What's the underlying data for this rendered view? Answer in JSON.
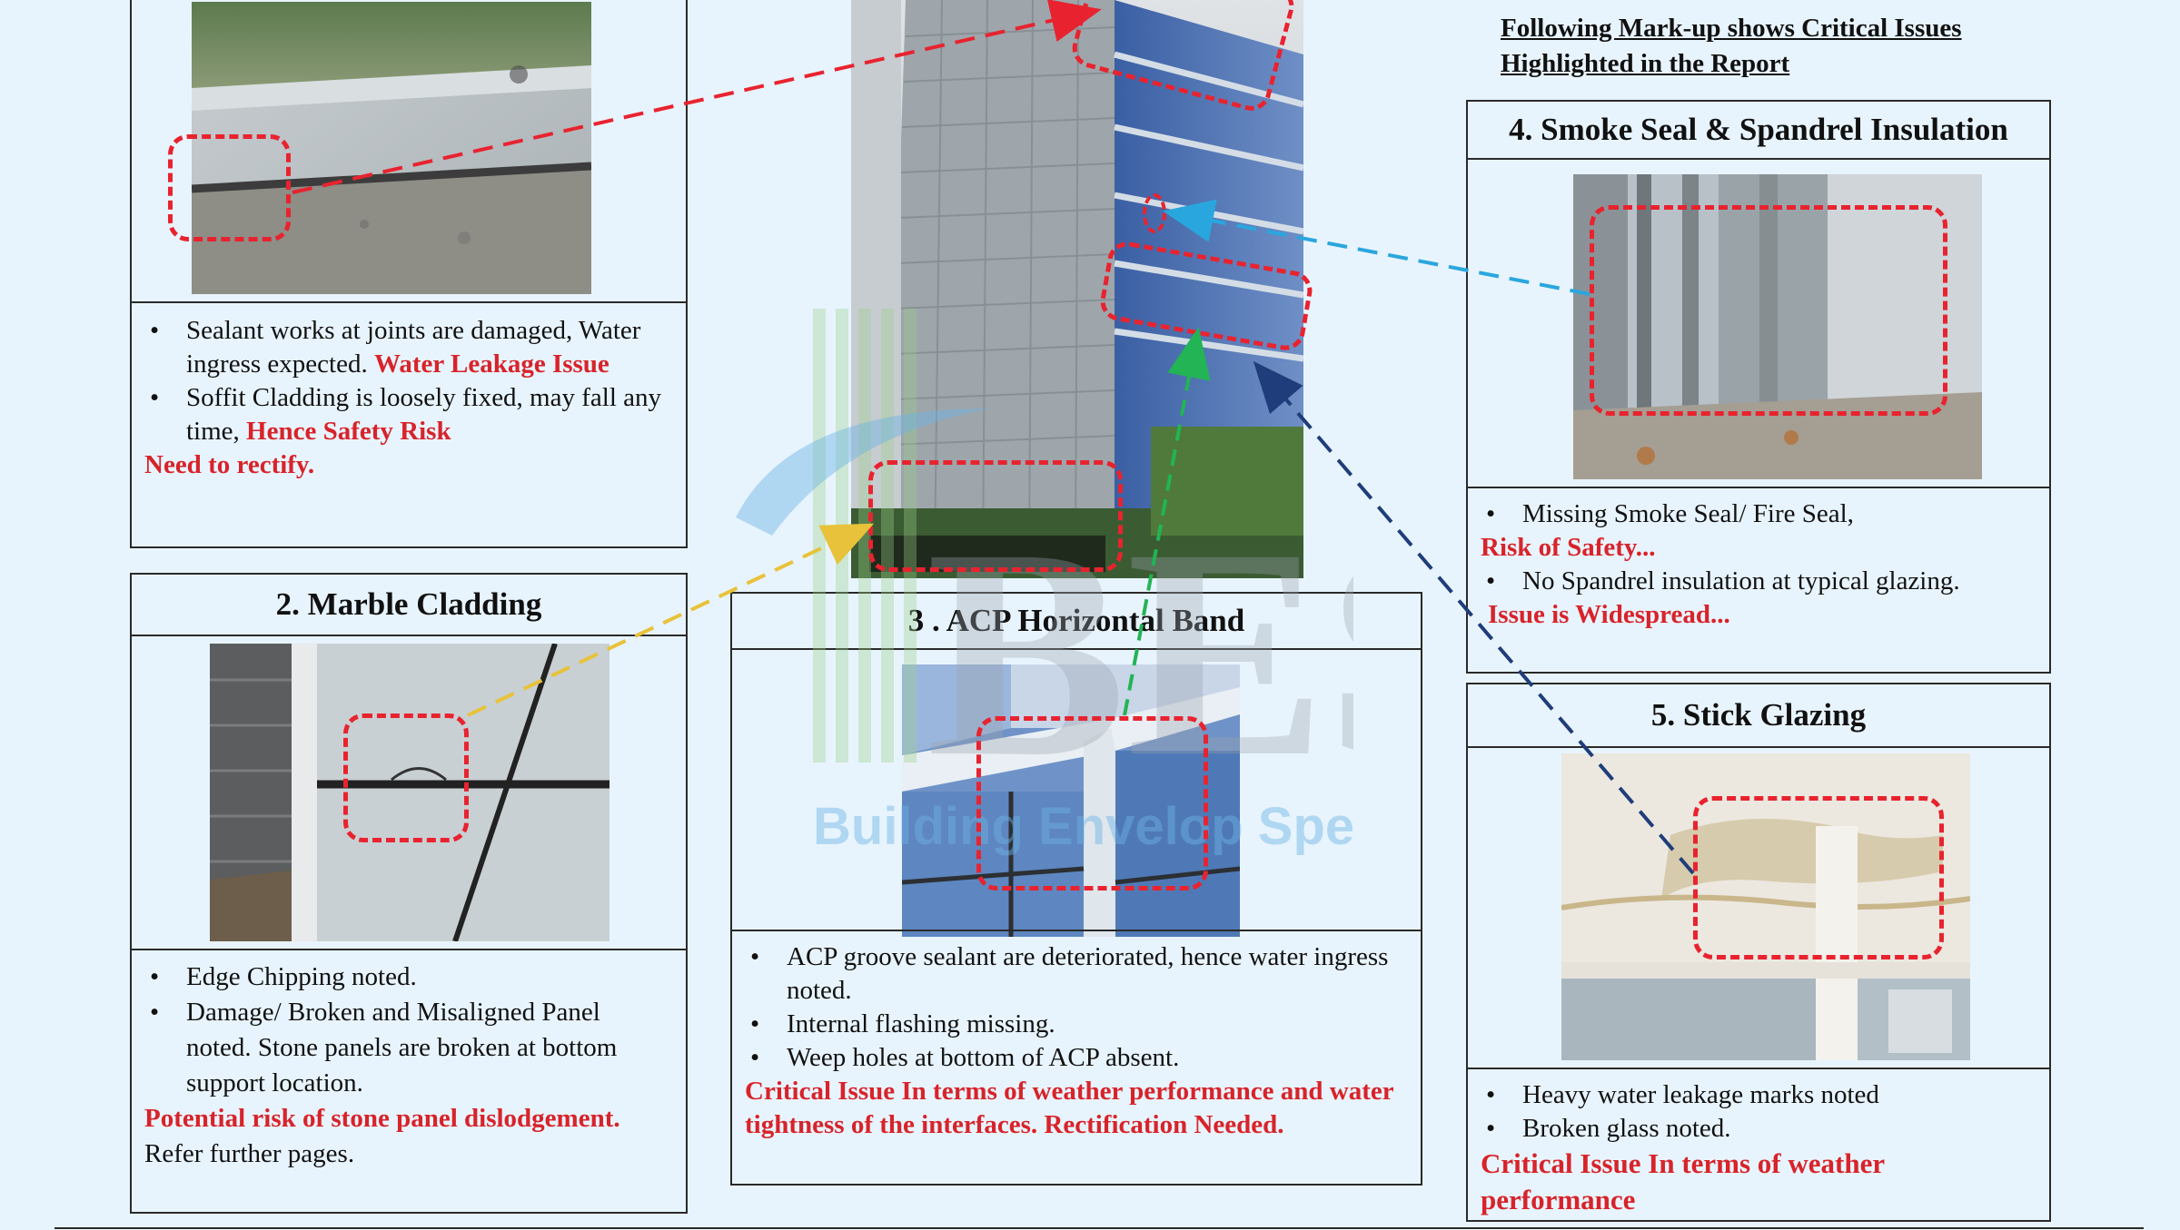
{
  "header": {
    "line1": "Following Mark-up shows Critical Issues",
    "line2": "Highlighted in the Report"
  },
  "watermark": {
    "letters": "BES",
    "tagline": "Building Envelop Specialists"
  },
  "panel1": {
    "bullets": [
      {
        "text": "Sealant works at joints are damaged, Water ingress expected. ",
        "highlight": "Water Leakage Issue"
      },
      {
        "text": "Soffit Cladding is loosely fixed, may fall any time, ",
        "highlight": "Hence Safety Risk"
      }
    ],
    "note": "Need to rectify."
  },
  "panel2": {
    "title": "2. Marble Cladding",
    "bullets": [
      "Edge Chipping noted.",
      "Damage/ Broken and Misaligned Panel noted. Stone panels are broken at bottom support location."
    ],
    "risk": "Potential risk of stone panel dislodgement.",
    "refer": "Refer further pages."
  },
  "panel3": {
    "title": "3 . ACP Horizontal Band",
    "bullets": [
      "ACP groove sealant are deteriorated, hence water ingress noted.",
      "Internal flashing missing.",
      "Weep holes at bottom of ACP absent."
    ],
    "critical": "Critical Issue In terms of weather performance and water tightness of the interfaces. Rectification Needed."
  },
  "panel4": {
    "title": "4. Smoke Seal & Spandrel Insulation",
    "bullet1": "Missing Smoke Seal/ Fire Seal,",
    "risk": "Risk of Safety...",
    "bullet2": "No Spandrel insulation at typical glazing.",
    "widespread": "Issue is Widespread..."
  },
  "panel5": {
    "title": "5. Stick Glazing",
    "bullets": [
      "Heavy water leakage marks noted",
      "Broken glass noted."
    ],
    "critical": "Critical Issue In terms of weather performance"
  },
  "colors": {
    "background": "#e8f4fd",
    "highlight_red": "#d8232a",
    "markup_red": "#e8232f",
    "arrow_yellow": "#e8c23a",
    "arrow_green": "#22b455",
    "arrow_cyan": "#2aa6de",
    "arrow_navy": "#1f3d7a"
  }
}
